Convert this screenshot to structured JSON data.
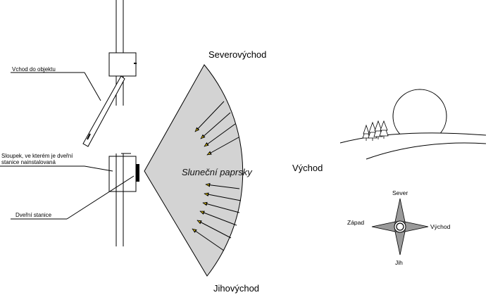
{
  "labels": {
    "entrance": "Vchod do objektu",
    "column_line1": "Sloupek, ve kterém je dveřní",
    "column_line2": "stanice nainstalovaná",
    "door_station": "Dveřní stanice",
    "sun_rays": "Sluneční paprsky",
    "northeast": "Severovýchod",
    "east": "Východ",
    "southeast": "Jihovýchod"
  },
  "compass": {
    "north": "Sever",
    "south": "Jih",
    "east": "Východ",
    "west": "Západ"
  },
  "colors": {
    "sector_fill": "#d3d3d3",
    "line": "#000000",
    "arrow_head": "#e0c000",
    "compass_fill": "#9a9a9a"
  }
}
